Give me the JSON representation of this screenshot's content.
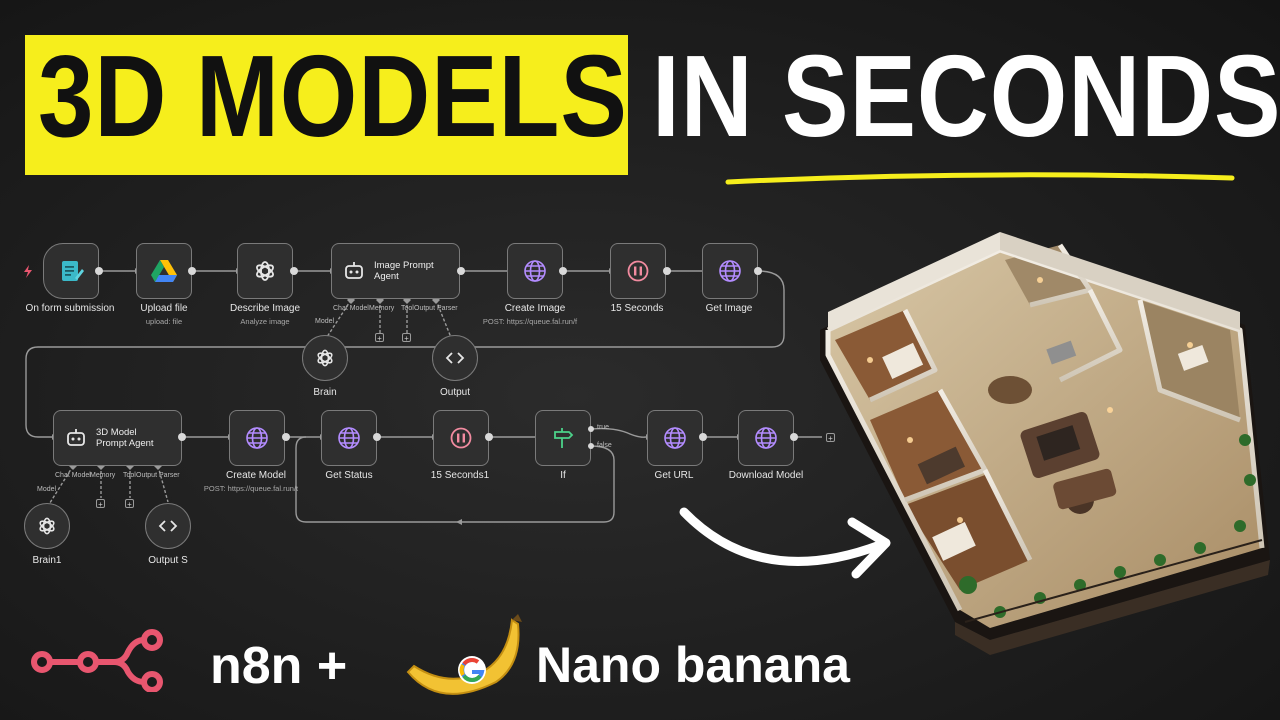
{
  "title": {
    "left": "3D MODELS",
    "right": "IN SECONDS",
    "highlight_color": "#f6ee1c"
  },
  "workflow": {
    "row1": {
      "form_trigger": {
        "label": "On form submission",
        "icon": "form-icon"
      },
      "upload_file": {
        "label": "Upload file",
        "sub": "upload: file",
        "icon": "google-drive-icon"
      },
      "describe_image": {
        "label": "Describe Image",
        "sub": "Analyze image",
        "icon": "openai-icon"
      },
      "image_prompt_agent": {
        "title_line1": "Image Prompt",
        "title_line2": "Agent",
        "icon": "robot-icon",
        "ports": {
          "chat_model": "Chat Model",
          "memory": "Memory",
          "tool": "Tool",
          "output_parser": "Output Parser"
        }
      },
      "create_image": {
        "label": "Create Image",
        "sub": "POST: https://queue.fal.run/f",
        "icon": "globe-icon"
      },
      "wait_15": {
        "label": "15 Seconds",
        "icon": "pause-icon"
      },
      "get_image": {
        "label": "Get Image",
        "icon": "globe-icon"
      }
    },
    "sub1": {
      "model_label": "Model",
      "brain": {
        "label": "Brain",
        "icon": "openai-icon"
      },
      "output": {
        "label": "Output",
        "icon": "code-icon"
      }
    },
    "row2": {
      "model_prompt_agent": {
        "title_line1": "3D Model",
        "title_line2": "Prompt Agent",
        "icon": "robot-icon",
        "ports": {
          "chat_model": "Chat Model",
          "memory": "Memory",
          "tool": "Tool",
          "output_parser": "Output Parser"
        }
      },
      "create_model": {
        "label": "Create Model",
        "sub": "POST: https://queue.fal.run/t",
        "icon": "globe-icon"
      },
      "get_status": {
        "label": "Get Status",
        "icon": "globe-icon"
      },
      "wait_15_1": {
        "label": "15 Seconds1",
        "icon": "pause-icon"
      },
      "if_node": {
        "label": "If",
        "icon": "signpost-icon",
        "true_label": "true",
        "false_label": "false"
      },
      "get_url": {
        "label": "Get URL",
        "icon": "globe-icon"
      },
      "download_model": {
        "label": "Download Model",
        "icon": "globe-icon"
      }
    },
    "sub2": {
      "model_label": "Model",
      "brain": {
        "label": "Brain1",
        "icon": "openai-icon"
      },
      "output": {
        "label": "Output S",
        "icon": "code-icon"
      }
    }
  },
  "brand": {
    "n8n": "n8n +",
    "nano": "Nano banana",
    "n8n_logo_color": "#e8566f",
    "banana_color": "#f2c233"
  }
}
